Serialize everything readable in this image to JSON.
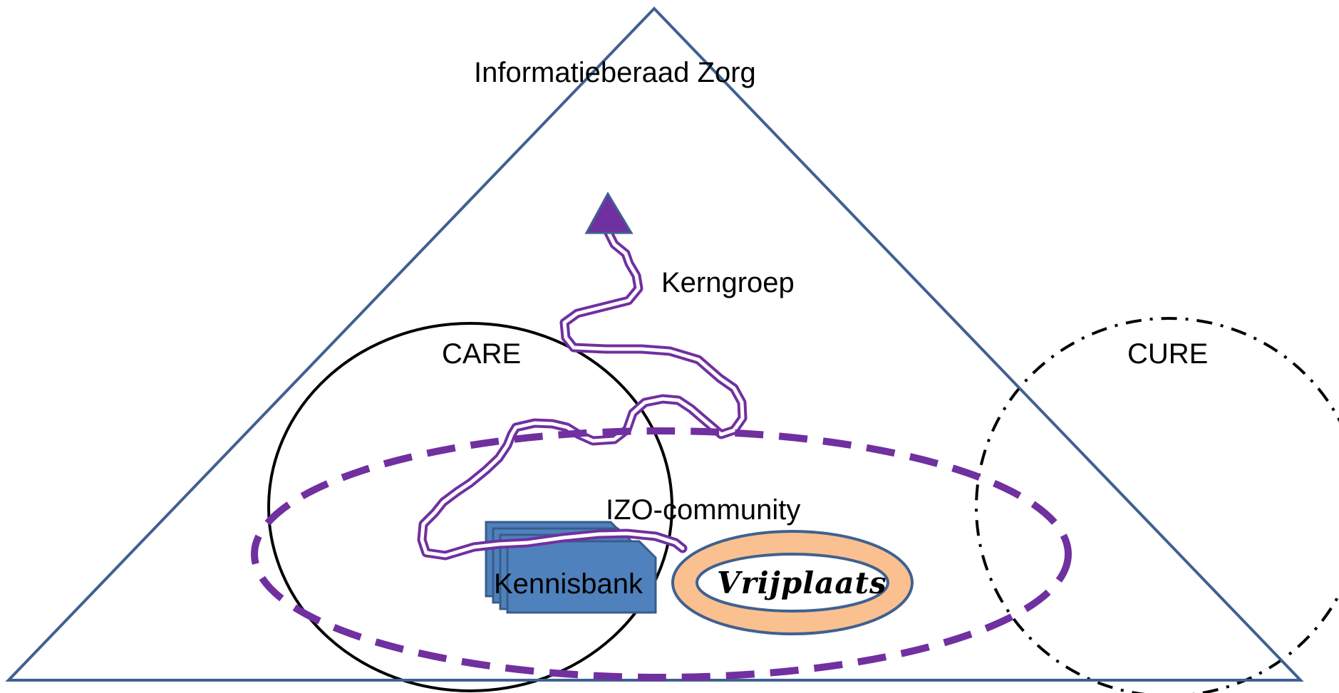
{
  "diagram": {
    "nodes": {
      "top": "Informatieberaad Zorg",
      "kerngroep": "Kerngroep",
      "care": "CARE",
      "cure": "CURE",
      "community": "IZO-community",
      "kennisbank": "Kennisbank",
      "vrijplaats": "Vrijplaats"
    },
    "colors": {
      "triangle": "#3f6190",
      "purple": "#7030a0",
      "kennisbank_fill": "#4f81bd",
      "kennisbank_stroke": "#385d8a",
      "vrijplaats_ring": "#fac090",
      "vrijplaats_stroke": "#3f6190",
      "circle_lines": "#000000"
    }
  }
}
